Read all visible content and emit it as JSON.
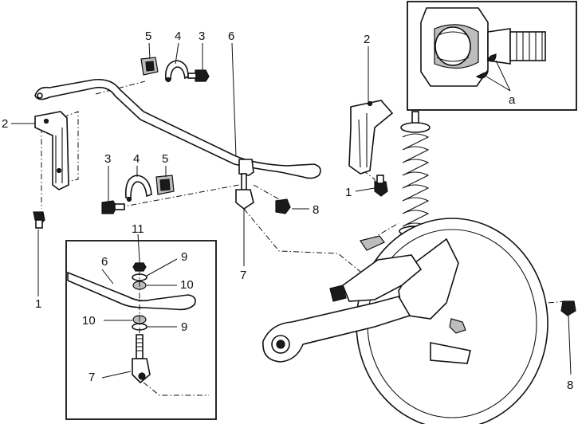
{
  "callouts": {
    "main_5_top": "5",
    "main_4_top": "4",
    "main_3_top": "3",
    "main_6": "6",
    "main_2_right": "2",
    "main_2_left": "2",
    "main_3_mid": "3",
    "main_4_mid": "4",
    "main_5_mid": "5",
    "main_1_right": "1",
    "main_8_mid": "8",
    "main_1_left": "1",
    "main_7": "7",
    "main_8_right": "8",
    "inset_a": "a",
    "detail_11": "11",
    "detail_6": "6",
    "detail_9_top": "9",
    "detail_10_top": "10",
    "detail_10_bot": "10",
    "detail_9_bot": "9",
    "detail_7": "7"
  }
}
